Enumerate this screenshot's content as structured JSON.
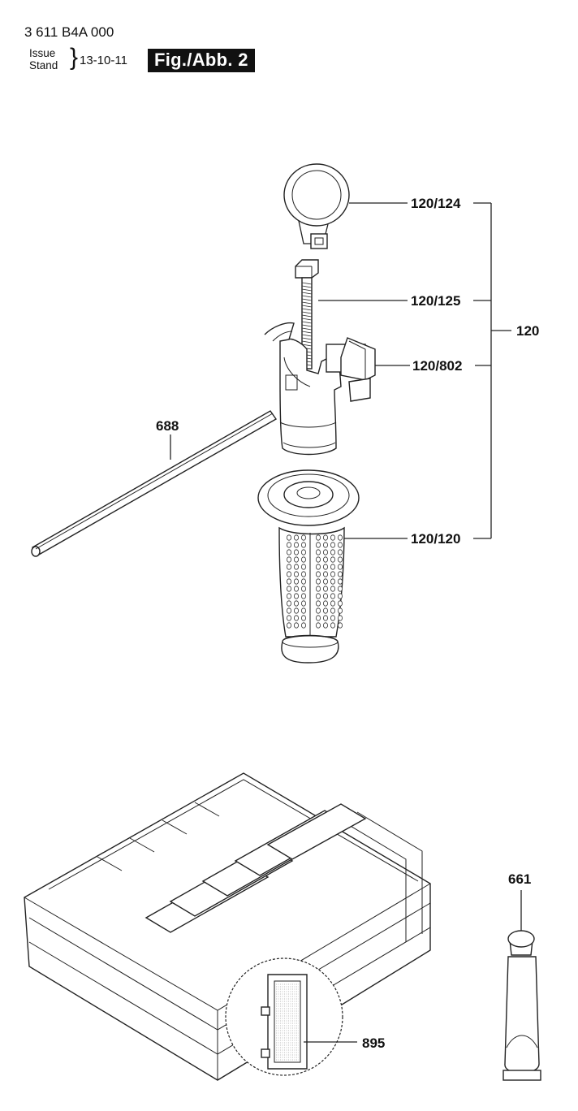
{
  "header": {
    "part_number": "3 611 B4A 000",
    "issue_label": "Issue",
    "stand_label": "Stand",
    "date": "13-10-11",
    "figure_label": "Fig./Abb. 2"
  },
  "callouts": {
    "c_120_124": "120/124",
    "c_120_125": "120/125",
    "c_120": "120",
    "c_120_802": "120/802",
    "c_688": "688",
    "c_120_120": "120/120",
    "c_661": "661",
    "c_895": "895"
  }
}
